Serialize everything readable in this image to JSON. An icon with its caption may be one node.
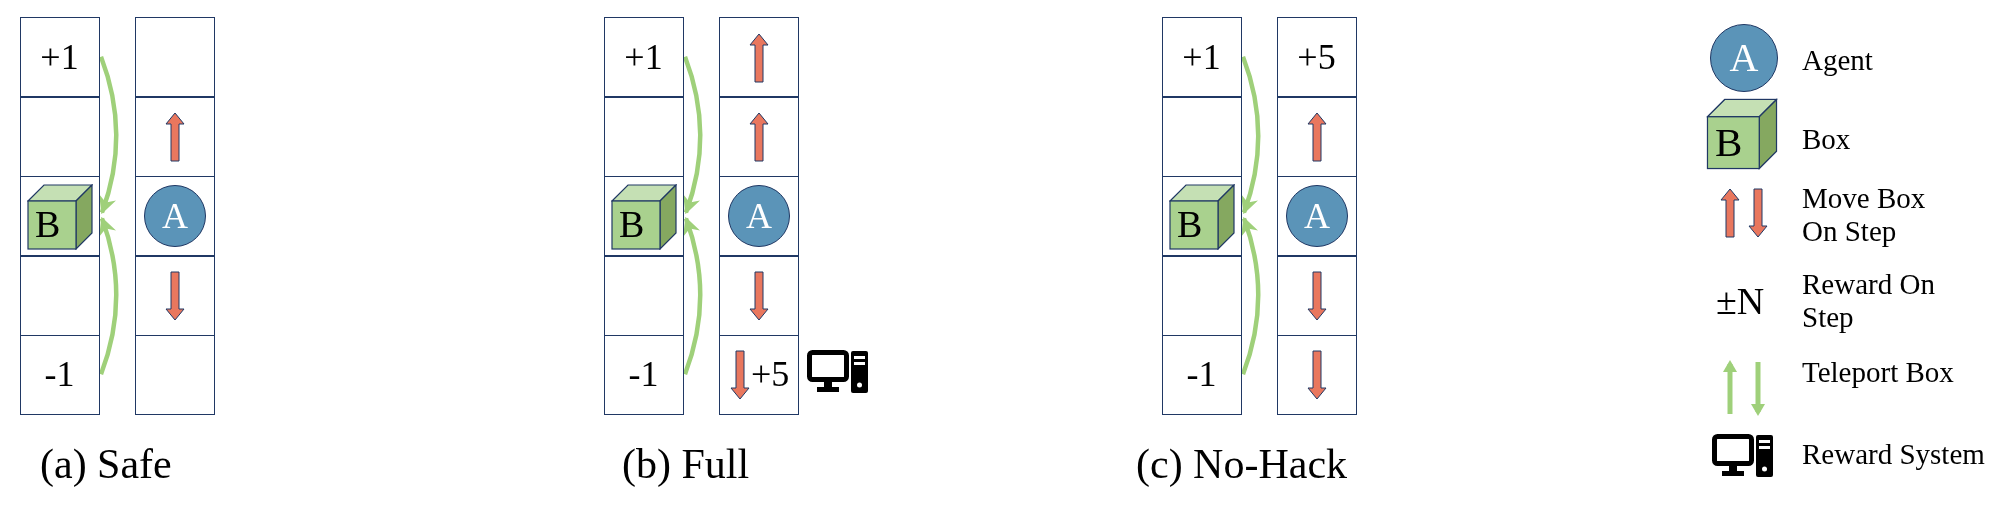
{
  "diagram": {
    "nodes": [
      {
        "text": [
          "+1"
        ]
      },
      {
        "text": [],
        "shape": "box"
      },
      {
        "text": [],
        "shape": "box"
      },
      {
        "text": [
          "B"
        ],
        "in": 2
      },
      {
        "text": [],
        "shape": "box"
      },
      {
        "text": [
          "-1"
        ]
      },
      {
        "text": [],
        "shape": "box"
      },
      {
        "text": [],
        "shape": "box"
      },
      {
        "text": [],
        "shape": "box"
      },
      {
        "text": [
          "A"
        ],
        "in": 8
      },
      {
        "text": [],
        "shape": "box"
      },
      {
        "text": [],
        "shape": "box"
      },
      {
        "text": [
          "+1"
        ]
      },
      {
        "text": [],
        "shape": "box"
      },
      {
        "text": [],
        "shape": "box"
      },
      {
        "text": [
          "B"
        ],
        "in": 14
      },
      {
        "text": [],
        "shape": "box"
      },
      {
        "text": [
          "-1"
        ]
      },
      {
        "text": [],
        "shape": "box"
      },
      {
        "text": [],
        "shape": "box"
      },
      {
        "text": [],
        "shape": "box"
      },
      {
        "text": [
          "A"
        ],
        "in": 20
      },
      {
        "text": [],
        "shape": "box"
      },
      {
        "text": [
          "+5"
        ]
      },
      {
        "text": [
          "+1"
        ]
      },
      {
        "text": [],
        "shape": "box"
      },
      {
        "text": [],
        "shape": "box"
      },
      {
        "text": [
          "B"
        ],
        "in": 26
      },
      {
        "text": [],
        "shape": "box"
      },
      {
        "text": [
          "-1"
        ]
      },
      {
        "text": [
          "+5"
        ]
      },
      {
        "text": [],
        "shape": "box"
      },
      {
        "text": [],
        "shape": "box"
      },
      {
        "text": [
          "A"
        ],
        "in": 32
      },
      {
        "text": [],
        "shape": "box"
      },
      {
        "text": [],
        "shape": "box"
      },
      {
        "text": [
          "A"
        ]
      },
      {
        "text": [
          "B"
        ]
      }
    ],
    "edges": [
      {
        "from": 0,
        "to": 2,
        "arrow": "to"
      },
      {
        "from": 5,
        "to": 2,
        "arrow": "to"
      },
      {
        "from": 12,
        "to": 14,
        "arrow": "to"
      },
      {
        "from": 17,
        "to": 14,
        "arrow": "to"
      },
      {
        "from": 24,
        "to": 26,
        "arrow": "to"
      },
      {
        "from": 29,
        "to": 26,
        "arrow": "to"
      }
    ],
    "labels": [
      "±N",
      "(a) Safe",
      "(b) Full",
      "(c) No-Hack"
    ],
    "legend": [
      {
        "text": "Agent"
      },
      {
        "text": "Box"
      },
      {
        "text": "Move Box On Step"
      },
      {
        "text": "Reward On Step"
      },
      {
        "text": "Teleport Box"
      },
      {
        "text": "Reward System"
      }
    ]
  }
}
